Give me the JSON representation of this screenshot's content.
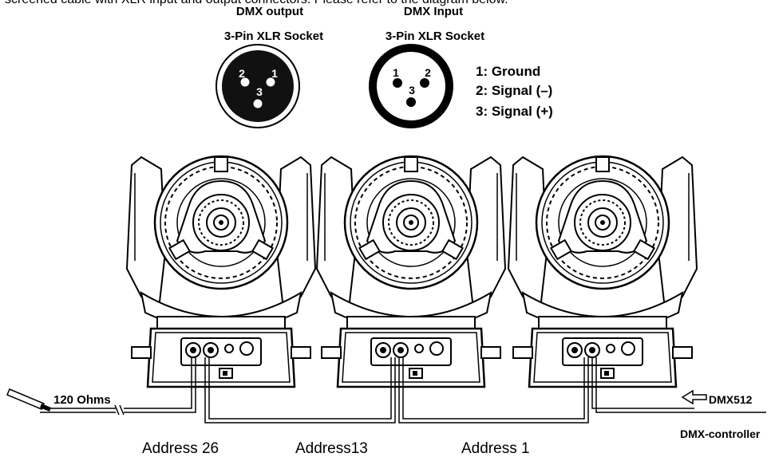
{
  "intro_text": "screened cable with XLR input and output connectors. Please refer to the diagram below.",
  "dmx_output": {
    "title": "DMX output",
    "subtitle": "3-Pin XLR Socket",
    "pins": [
      "2",
      "1",
      "3"
    ]
  },
  "dmx_input": {
    "title": "DMX Input",
    "subtitle": "3-Pin XLR Socket",
    "pins": [
      "1",
      "2",
      "3"
    ]
  },
  "pin_legend": [
    "1: Ground",
    "2: Signal (–)",
    "3: Signal (+)"
  ],
  "terminator_label": "120 Ohms",
  "dmx_signal_label": "DMX512",
  "controller_label": "DMX-controller",
  "addresses": [
    "Address 26",
    "Address13",
    "Address 1"
  ]
}
